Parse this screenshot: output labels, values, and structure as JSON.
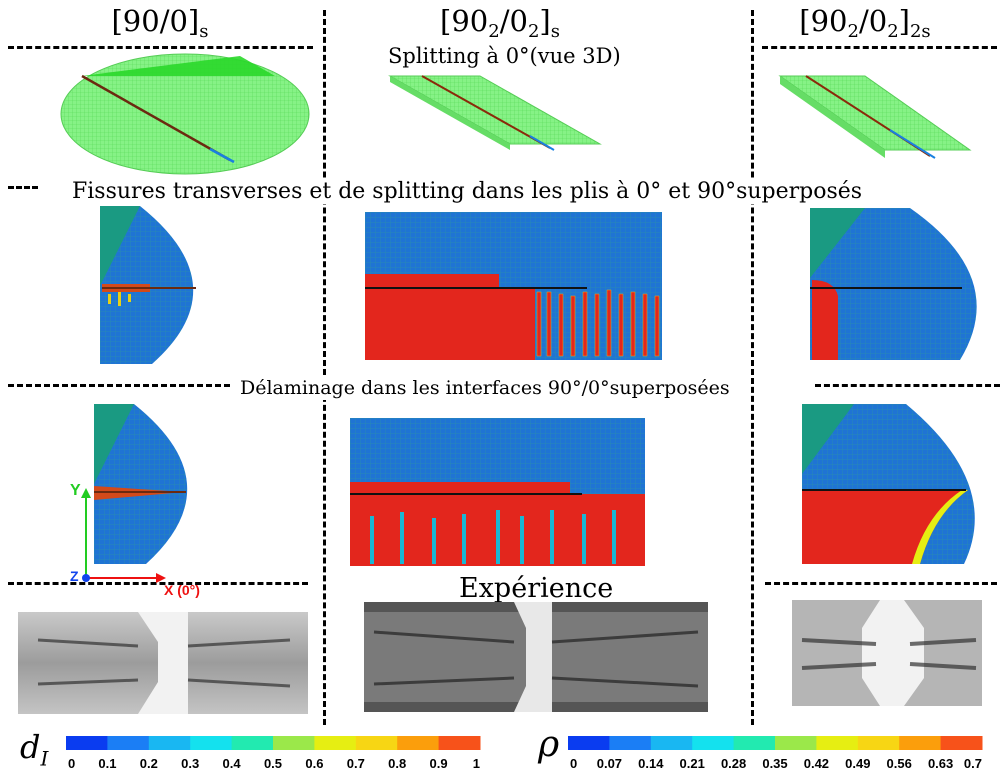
{
  "columns": [
    {
      "id": "c1",
      "title_main": "[90/0]",
      "title_sub": "s"
    },
    {
      "id": "c2",
      "title_main": "[90",
      "title_sub1": "2",
      "title_mid": "/0",
      "title_sub2": "2",
      "title_end": "]",
      "title_sub3": "s"
    },
    {
      "id": "c3",
      "title_main": "[90",
      "title_sub1": "2",
      "title_mid": "/0",
      "title_sub2": "2",
      "title_end": "]",
      "title_sub3": "2s"
    }
  ],
  "rows": {
    "splitting": "Splitting à 0°(vue 3D)",
    "transverse": "Fissures transverses et de splitting dans les plis à 0° et 90°superposés",
    "delamination": "Délaminage dans les interfaces 90°/0°superposées",
    "experiment": "Expérience"
  },
  "axes": {
    "y_label": "Y",
    "z_label": "Z",
    "x_label": "X (0°)"
  },
  "colors": {
    "dark_blue": "#1450e6",
    "mesh_blue": "#1e78d8",
    "teal": "#1a9a9a",
    "green_mesh": "#7ef07e",
    "bright_green": "#33dd33",
    "red": "#e8211c",
    "crack_dark": "#6b2a10",
    "axis_green": "#22cc22",
    "axis_red": "#ee1111",
    "axis_blue": "#1144ee"
  },
  "colorbars": [
    {
      "symbol": "d",
      "symbol_sub": "I",
      "labels": [
        "0",
        "0.1",
        "0.2",
        "0.3",
        "0.4",
        "0.5",
        "0.6",
        "0.7",
        "0.8",
        "0.9",
        "1"
      ],
      "colors": [
        "#0a3cf0",
        "#1b7ef5",
        "#19b7f2",
        "#14e1ee",
        "#22eab0",
        "#9be84a",
        "#e6ee12",
        "#f7d614",
        "#fb9e0c",
        "#f7521a"
      ]
    },
    {
      "symbol": "ρ",
      "symbol_sub": "",
      "labels": [
        "0",
        "0.07",
        "0.14",
        "0.21",
        "0.28",
        "0.35",
        "0.42",
        "0.49",
        "0.56",
        "0.63",
        "0.7"
      ],
      "colors": [
        "#0a3cf0",
        "#1b7ef5",
        "#19b7f2",
        "#14e1ee",
        "#22eab0",
        "#9be84a",
        "#e6ee12",
        "#f7d614",
        "#fb9e0c",
        "#f7521a"
      ]
    }
  ]
}
